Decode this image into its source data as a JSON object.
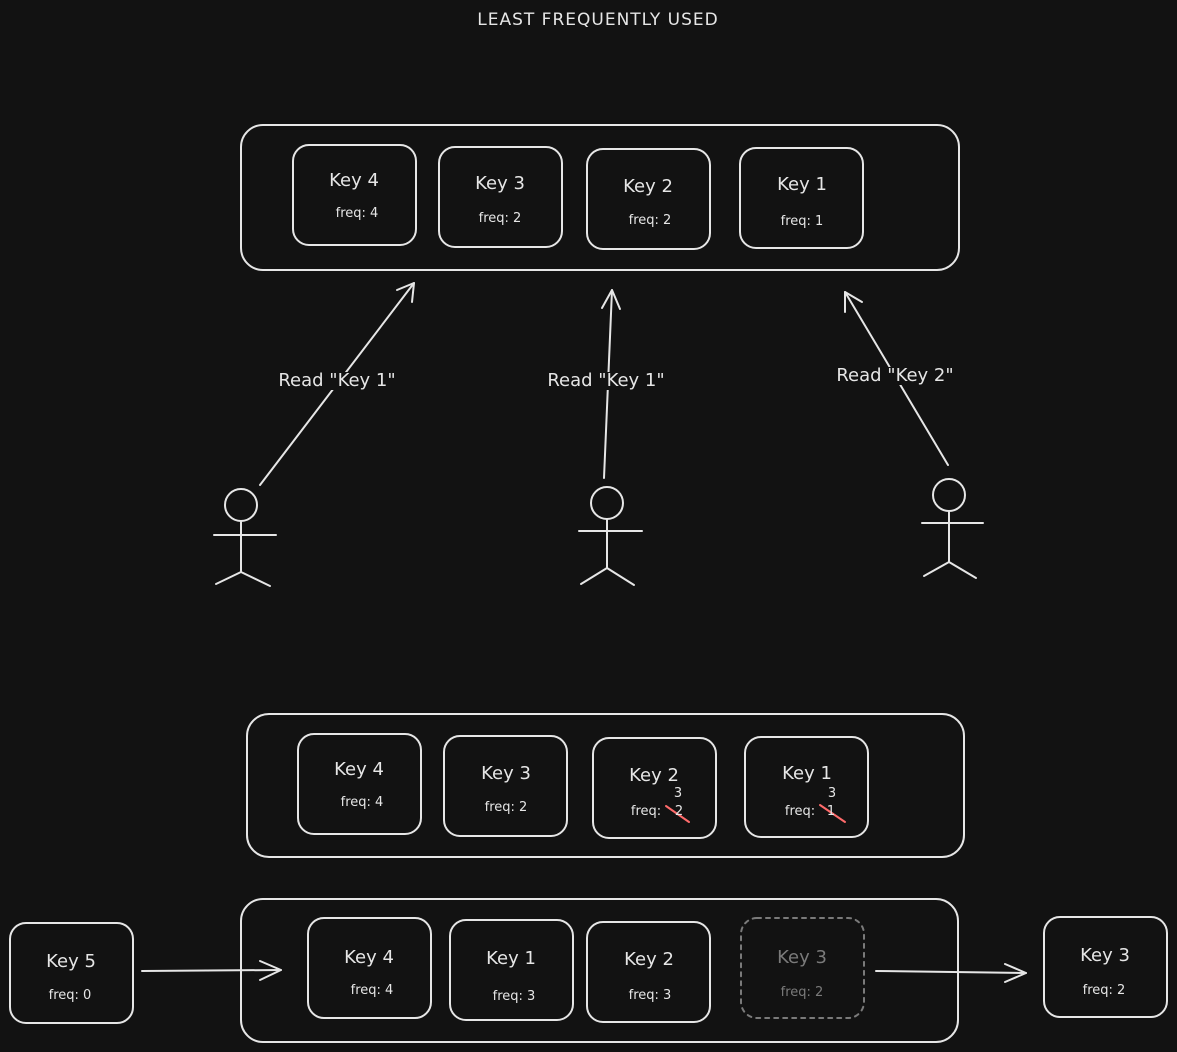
{
  "title": "LEAST FREQUENTLY USED",
  "top_cache": [
    {
      "key": "Key 4",
      "freq": "freq: 4"
    },
    {
      "key": "Key 3",
      "freq": "freq: 2"
    },
    {
      "key": "Key 2",
      "freq": "freq: 2"
    },
    {
      "key": "Key 1",
      "freq": "freq: 1"
    }
  ],
  "reads": [
    "Read \"Key 1\"",
    "Read \"Key 1\"",
    "Read \"Key 2\""
  ],
  "updated_cache": [
    {
      "key": "Key 4",
      "freq": "freq: 4"
    },
    {
      "key": "Key 3",
      "freq": "freq: 2"
    },
    {
      "key": "Key 2",
      "freq_prefix": "freq: ",
      "old_freq": "2",
      "new_freq": "3"
    },
    {
      "key": "Key 1",
      "freq_prefix": "freq: ",
      "old_freq": "1",
      "new_freq": "3"
    }
  ],
  "incoming": {
    "key": "Key 5",
    "freq": "freq: 0"
  },
  "final_cache": [
    {
      "key": "Key 4",
      "freq": "freq: 4"
    },
    {
      "key": "Key 1",
      "freq": "freq: 3"
    },
    {
      "key": "Key 2",
      "freq": "freq: 3"
    },
    {
      "key": "Key 3",
      "freq": "freq: 2"
    }
  ],
  "evicted": {
    "key": "Key 3",
    "freq": "freq: 2"
  },
  "colors": {
    "background": "#121212",
    "stroke": "#e6e6e6",
    "strike": "#ff6b6b",
    "faded": "#7a7a7a"
  }
}
